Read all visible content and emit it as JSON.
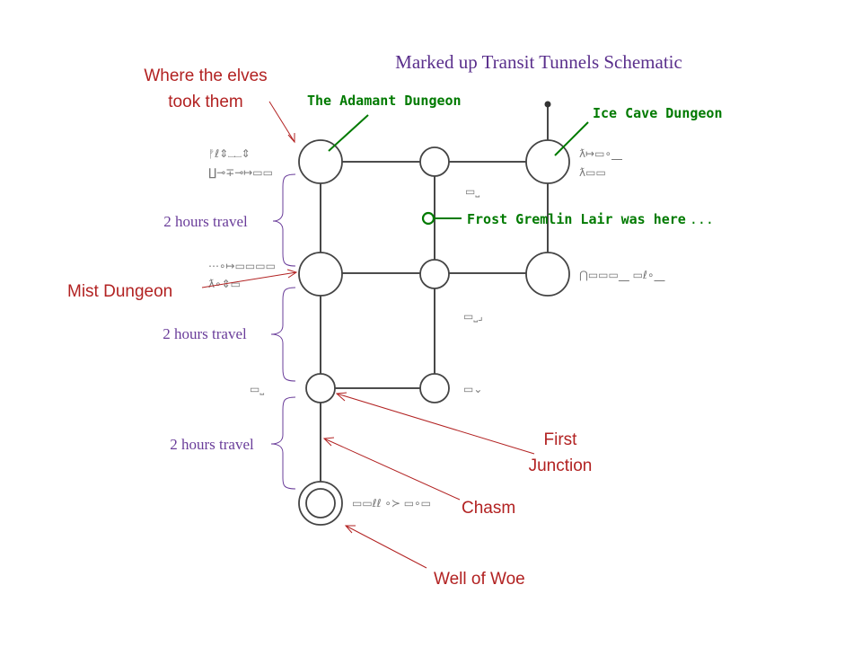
{
  "title": "Marked up Transit Tunnels Schematic",
  "labels": {
    "where_elves": [
      "Where the elves",
      "took them"
    ],
    "mist_dungeon": "Mist Dungeon",
    "first_junction": [
      "First",
      "Junction"
    ],
    "chasm": "Chasm",
    "well_of_woe": "Well of Woe",
    "adamant_dungeon": "The Adamant Dungeon",
    "ice_cave_dungeon": "Ice Cave Dungeon",
    "frost_gremlin": "Frost Gremlin Lair was here",
    "frost_gremlin_ellipsis": "...",
    "travel_1": "2 hours travel",
    "travel_2": "2 hours travel",
    "travel_3": "2 hours travel"
  },
  "glyphs": {
    "adamant_1": "ᚡℓ⇕⎵⎵⇕",
    "adamant_2": "∐⊸∓⊸↦▭▭",
    "ice_1": "ƛ↦▭∘⎽",
    "ice_2": "ƛ▭▭",
    "mist_1": "⋯∘↦▭▭▭▭",
    "mist_2": "ƛ∘⇕▭",
    "right_mid": "⋂▭▭▭⎽ ▭ℓ∘⎽",
    "mid_top": "▭⎵",
    "mid_mid": "▭⎵⌟",
    "first_j": "▭⎵",
    "bottom_mid": "▭⌄",
    "well": "▭▭ℓℓ ∘≻ ▭∘▭"
  },
  "colors": {
    "title": "#5a2f8c",
    "annotation_red": "#b22222",
    "annotation_green": "#007a00",
    "travel_purple": "#6a3d9a"
  }
}
